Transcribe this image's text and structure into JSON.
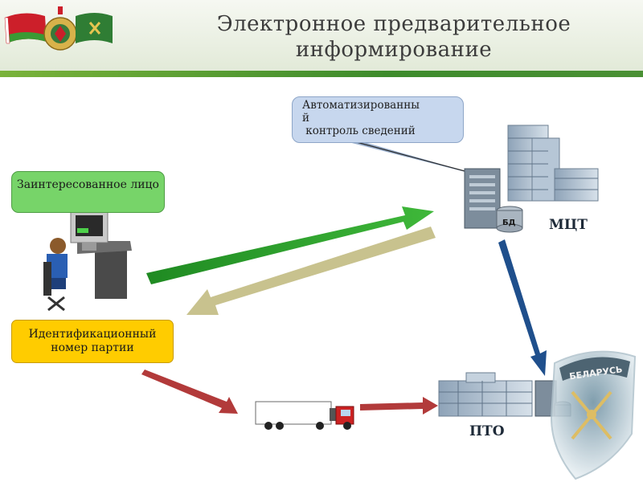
{
  "header": {
    "title_line1": "Электронное предварительное",
    "title_line2": "информирование"
  },
  "callout": {
    "line1": "Автоматизированны",
    "line2": "й",
    "line3": " контроль сведений"
  },
  "boxes": {
    "interested_party": "Заинтересованное лицо",
    "batch_id": "Идентификационный номер партии"
  },
  "labels": {
    "db": "БД",
    "mct": "МЦТ",
    "pto": "ПТО",
    "emblem": "БЕЛАРУСЬ"
  },
  "colors": {
    "header_accent": "#3d8b2c",
    "arrow_green": "#2e9a2a",
    "arrow_olive": "#c8c28e",
    "arrow_blue": "#1f4f8c",
    "arrow_red": "#b23a3a",
    "box_green": "#77d469",
    "box_orange": "#ffcc00",
    "callout_blue": "#c7d7ee"
  }
}
